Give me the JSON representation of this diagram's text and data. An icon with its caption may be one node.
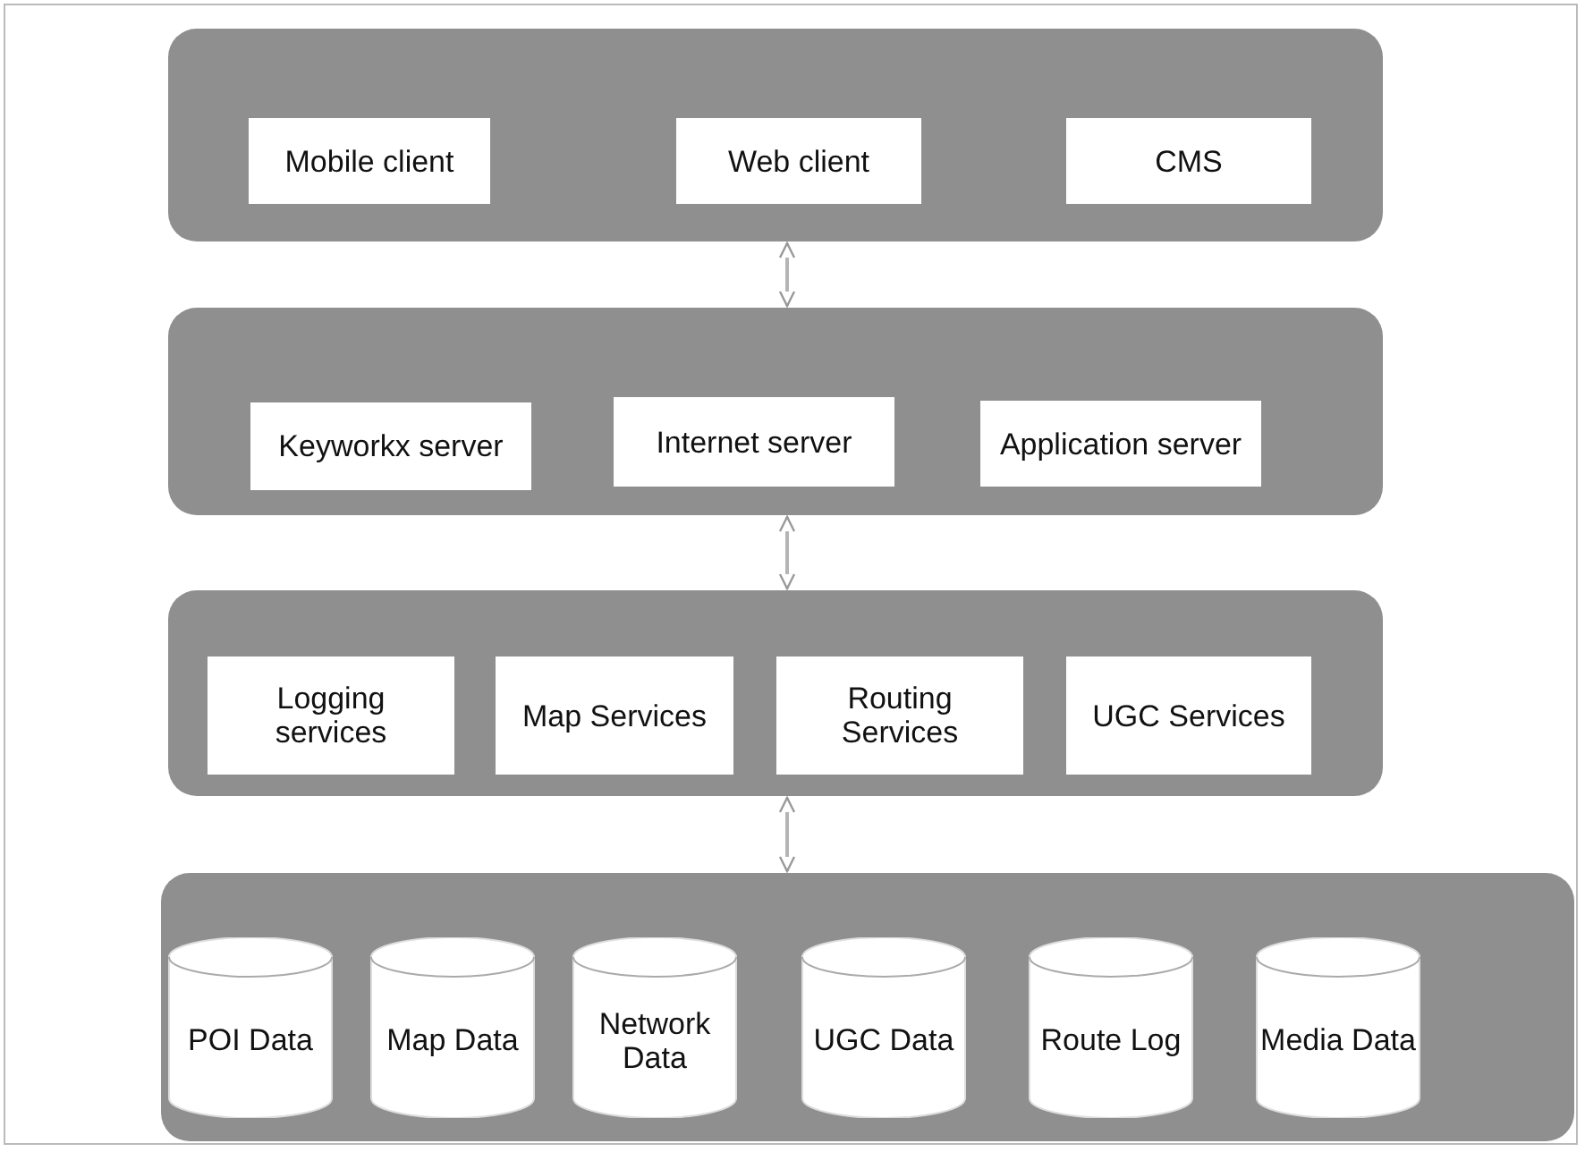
{
  "diagram": {
    "nodes": [
      {
        "text": [],
        "shape": "box"
      },
      {
        "text": [
          "Mobile client"
        ],
        "in": 0
      },
      {
        "text": [
          "Web client"
        ],
        "in": 0
      },
      {
        "text": [
          "CMS"
        ],
        "in": 0
      },
      {
        "text": [],
        "shape": "box"
      },
      {
        "text": [
          "Keyworkx server"
        ],
        "in": 4
      },
      {
        "text": [
          "Internet server"
        ],
        "in": 4
      },
      {
        "text": [
          "Application server"
        ],
        "in": 4
      },
      {
        "text": [],
        "shape": "box"
      },
      {
        "text": [
          "Logging services"
        ],
        "in": 8
      },
      {
        "text": [
          "Map Services"
        ],
        "in": 8
      },
      {
        "text": [
          "Routing Services"
        ],
        "in": 8
      },
      {
        "text": [
          "UGC Services"
        ],
        "in": 8
      },
      {
        "text": [],
        "shape": "box"
      },
      {
        "text": [
          "POI Data"
        ],
        "in": 13
      },
      {
        "text": [
          "Map Data"
        ],
        "in": 13
      },
      {
        "text": [
          "Network Data"
        ],
        "in": 13
      },
      {
        "text": [
          "UGC Data"
        ],
        "in": 13
      },
      {
        "text": [
          "Route Log"
        ],
        "in": 13
      },
      {
        "text": [
          "Media Data"
        ],
        "in": 13
      }
    ],
    "edges": [
      {
        "from": 0,
        "to": 4,
        "arrow": "both"
      },
      {
        "from": 4,
        "to": 8,
        "arrow": "both"
      },
      {
        "from": 8,
        "to": 13,
        "arrow": "both"
      }
    ]
  }
}
